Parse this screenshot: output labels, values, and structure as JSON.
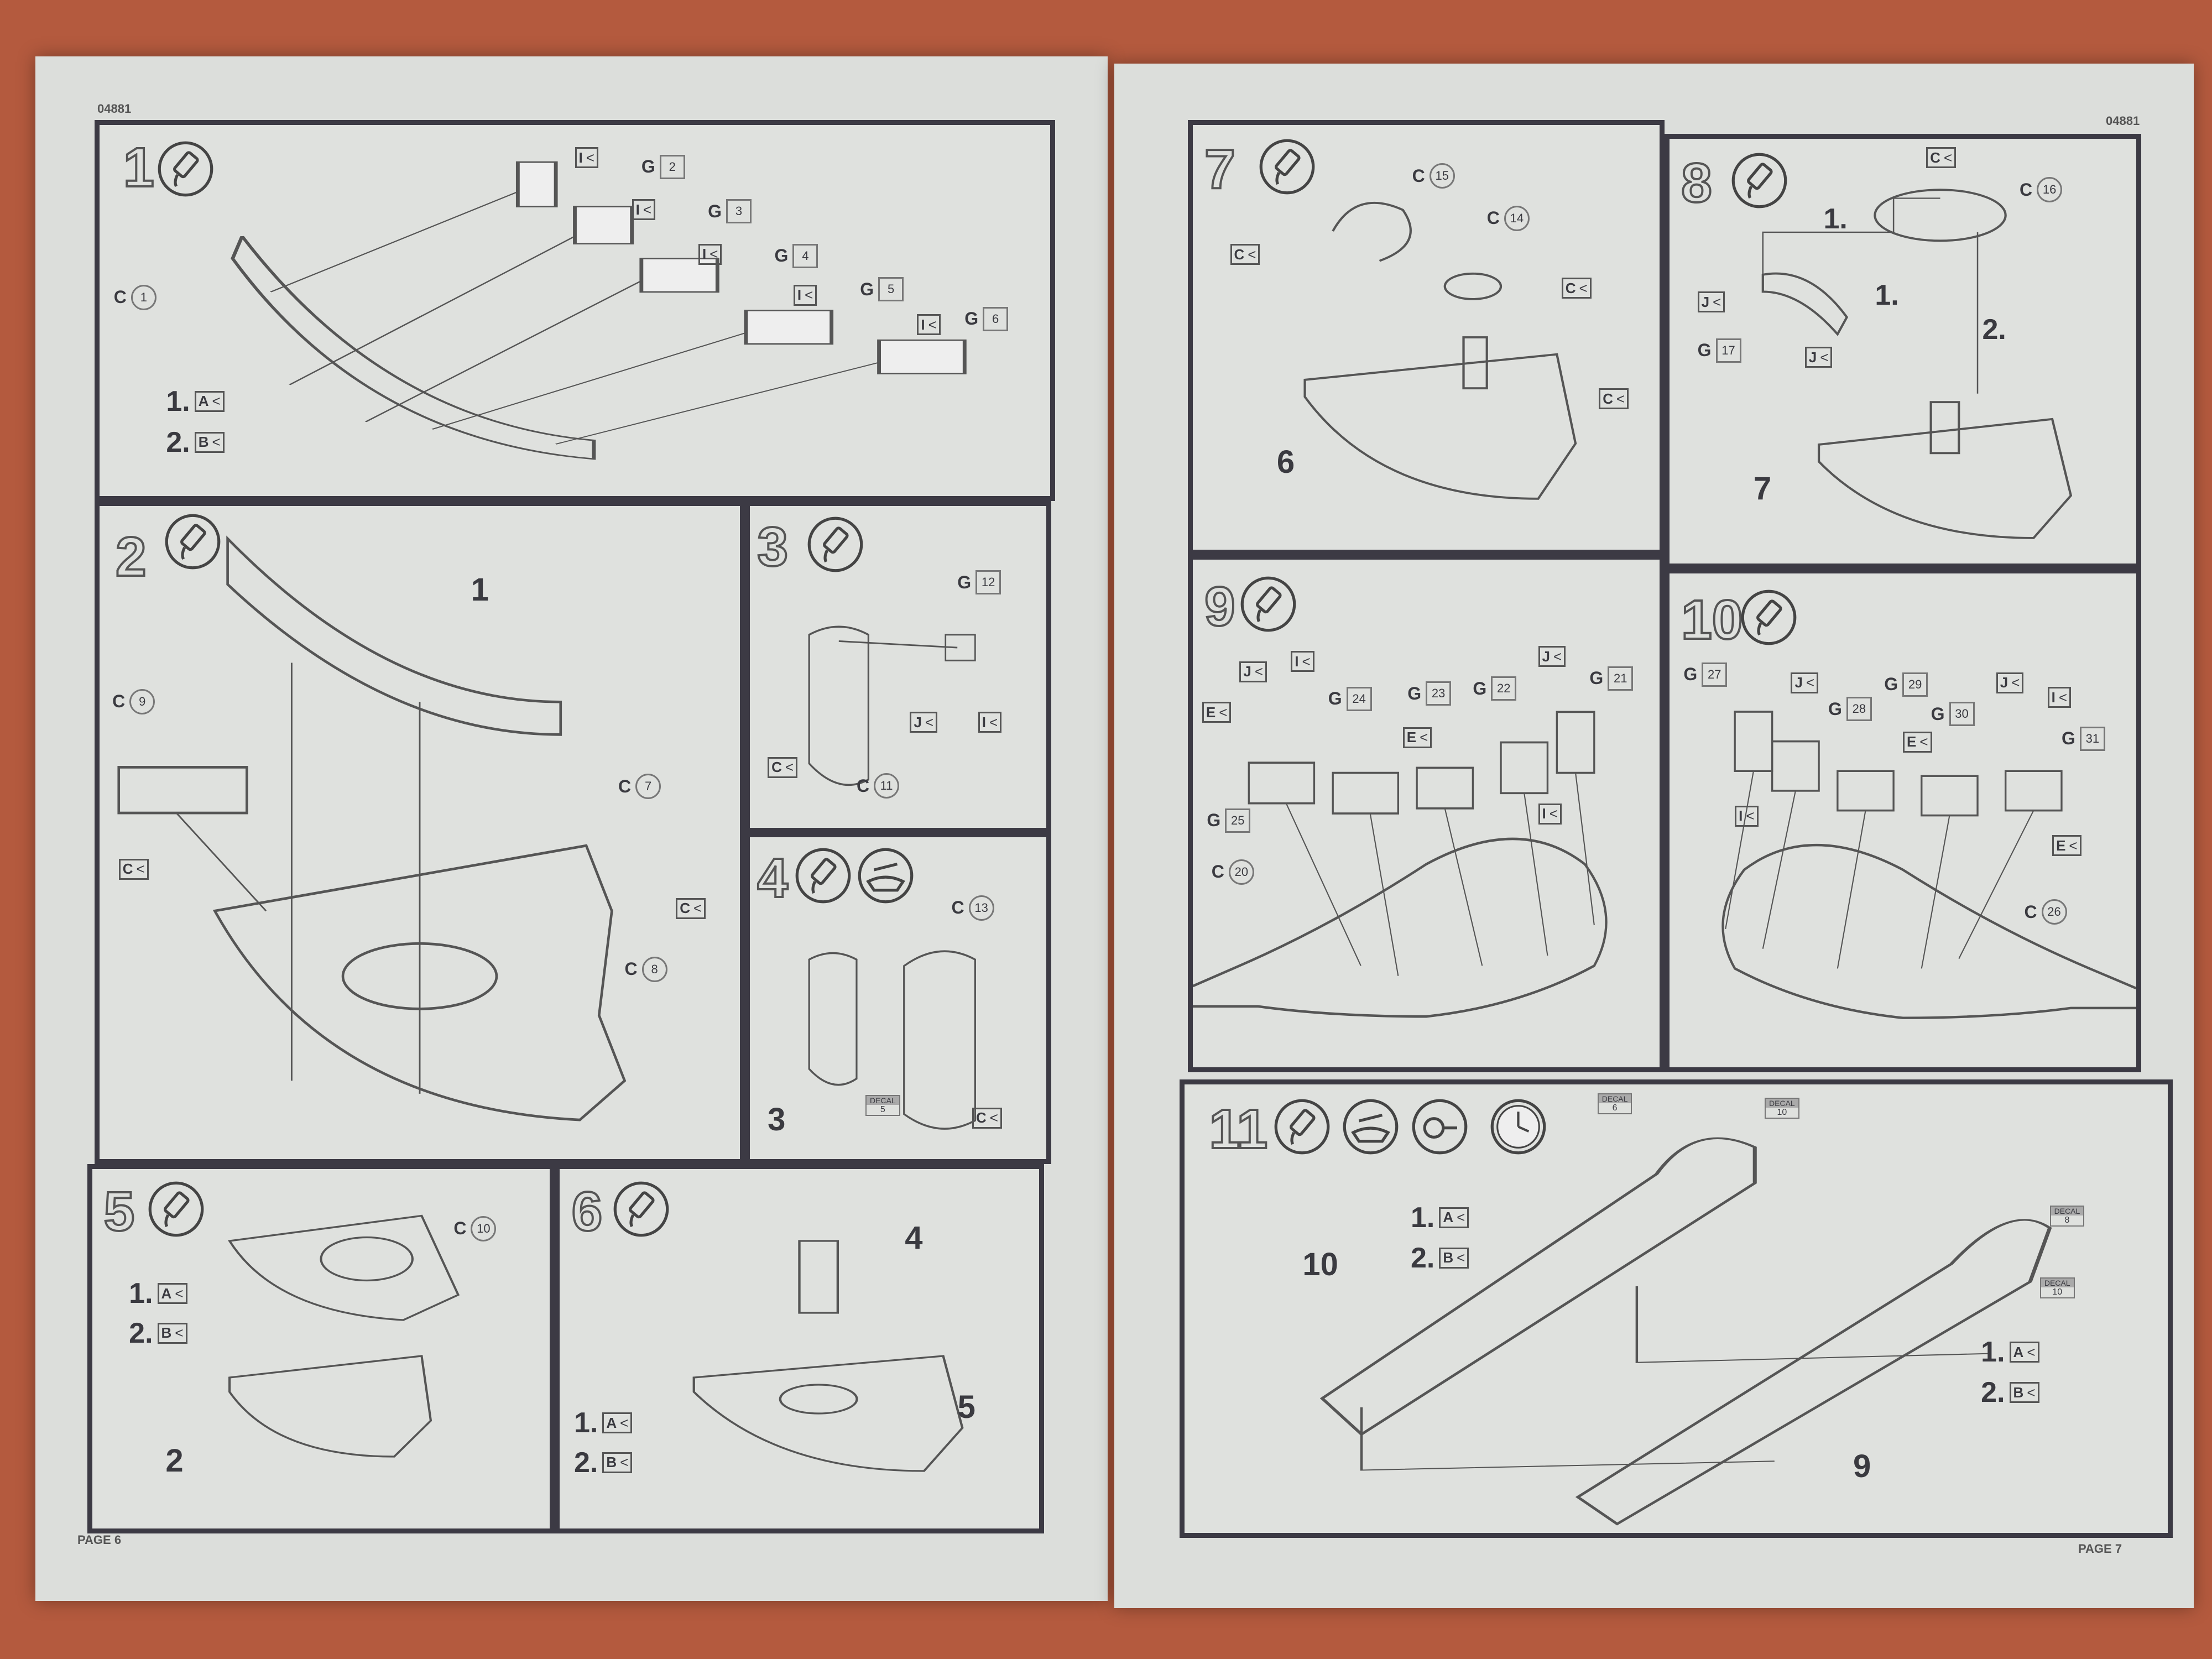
{
  "header": {
    "left_code": "04881",
    "right_code": "04881",
    "left_page": "PAGE 6",
    "right_page": "PAGE 7"
  },
  "colors": {
    "background": "#b45a3e",
    "paper": "#dcdedb",
    "frame": "#3c3a44"
  },
  "icons": [
    "glue-tube-icon",
    "decal-water-icon",
    "tape-icon",
    "clock-icon"
  ],
  "s1": {
    "num": "1",
    "c": [
      [
        "C",
        "1"
      ],
      [
        "I"
      ],
      [
        "G",
        "2"
      ],
      [
        "I"
      ],
      [
        "G",
        "3"
      ],
      [
        "I"
      ],
      [
        "G",
        "4"
      ],
      [
        "I"
      ],
      [
        "G",
        "5"
      ],
      [
        "I"
      ],
      [
        "G",
        "6"
      ],
      [
        "1.",
        "A"
      ],
      [
        "2.",
        "B"
      ]
    ]
  },
  "s2": {
    "num": "2",
    "c": [
      [
        "1"
      ],
      [
        "C",
        "9"
      ],
      [
        "C"
      ],
      [
        "C",
        "7"
      ],
      [
        "C"
      ],
      [
        "C",
        "8"
      ]
    ]
  },
  "s3": {
    "num": "3",
    "c": [
      [
        "G",
        "12"
      ],
      [
        "J"
      ],
      [
        "I"
      ],
      [
        "C"
      ],
      [
        "C",
        "11"
      ]
    ]
  },
  "s4": {
    "num": "4",
    "c": [
      [
        "C",
        "13"
      ],
      [
        "3"
      ],
      [
        "DECAL",
        "5"
      ],
      [
        "C"
      ]
    ]
  },
  "s5": {
    "num": "5",
    "c": [
      [
        "C",
        "10"
      ],
      [
        "1.",
        "A"
      ],
      [
        "2.",
        "B"
      ],
      [
        "2"
      ]
    ]
  },
  "s6": {
    "num": "6",
    "c": [
      [
        "4"
      ],
      [
        "5"
      ],
      [
        "1.",
        "A"
      ],
      [
        "2.",
        "B"
      ]
    ]
  },
  "s7": {
    "num": "7",
    "c": [
      [
        "C",
        "15"
      ],
      [
        "C",
        "14"
      ],
      [
        "C"
      ],
      [
        "C"
      ],
      [
        "C"
      ],
      [
        "6"
      ]
    ]
  },
  "s8": {
    "num": "8",
    "c": [
      [
        "C"
      ],
      [
        "C",
        "16"
      ],
      [
        "1."
      ],
      [
        "1."
      ],
      [
        "2."
      ],
      [
        "J"
      ],
      [
        "G",
        "17"
      ],
      [
        "J"
      ],
      [
        "7"
      ]
    ]
  },
  "s9": {
    "num": "9",
    "c": [
      [
        "J"
      ],
      [
        "I"
      ],
      [
        "E"
      ],
      [
        "G",
        "24"
      ],
      [
        "G",
        "23"
      ],
      [
        "E"
      ],
      [
        "G",
        "22"
      ],
      [
        "J"
      ],
      [
        "G",
        "21"
      ],
      [
        "I"
      ],
      [
        "G",
        "25"
      ],
      [
        "C",
        "20"
      ]
    ]
  },
  "s10": {
    "num": "10",
    "c": [
      [
        "G",
        "27"
      ],
      [
        "J"
      ],
      [
        "G",
        "28"
      ],
      [
        "G",
        "29"
      ],
      [
        "G",
        "30"
      ],
      [
        "E"
      ],
      [
        "J"
      ],
      [
        "I"
      ],
      [
        "G",
        "31"
      ],
      [
        "I"
      ],
      [
        "E"
      ],
      [
        "C",
        "26"
      ]
    ]
  },
  "s11": {
    "num": "11",
    "c": [
      [
        "DECAL",
        "6"
      ],
      [
        "DECAL",
        "10"
      ],
      [
        "1.",
        "A"
      ],
      [
        "2.",
        "B"
      ],
      [
        "10"
      ],
      [
        "DECAL",
        "8"
      ],
      [
        "DECAL",
        "10"
      ],
      [
        "1.",
        "A"
      ],
      [
        "2.",
        "B"
      ],
      [
        "9"
      ]
    ]
  }
}
